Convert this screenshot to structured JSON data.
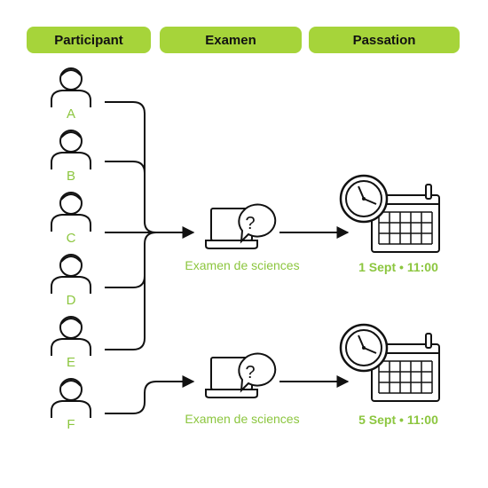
{
  "colors": {
    "accent": "#a6d43a",
    "ink": "#111111",
    "text_green": "#8cc63f"
  },
  "headers": [
    "Participant",
    "Examen",
    "Passation"
  ],
  "participants": [
    "A",
    "B",
    "C",
    "D",
    "E",
    "F"
  ],
  "exams": [
    {
      "label": "Examen de sciences",
      "icon": "laptop-question-icon"
    },
    {
      "label": "Examen de sciences",
      "icon": "laptop-question-icon"
    }
  ],
  "sessions": [
    {
      "label": "1 Sept • 11:00",
      "icon": "clock-calendar-icon"
    },
    {
      "label": "5 Sept • 11:00",
      "icon": "clock-calendar-icon"
    }
  ]
}
